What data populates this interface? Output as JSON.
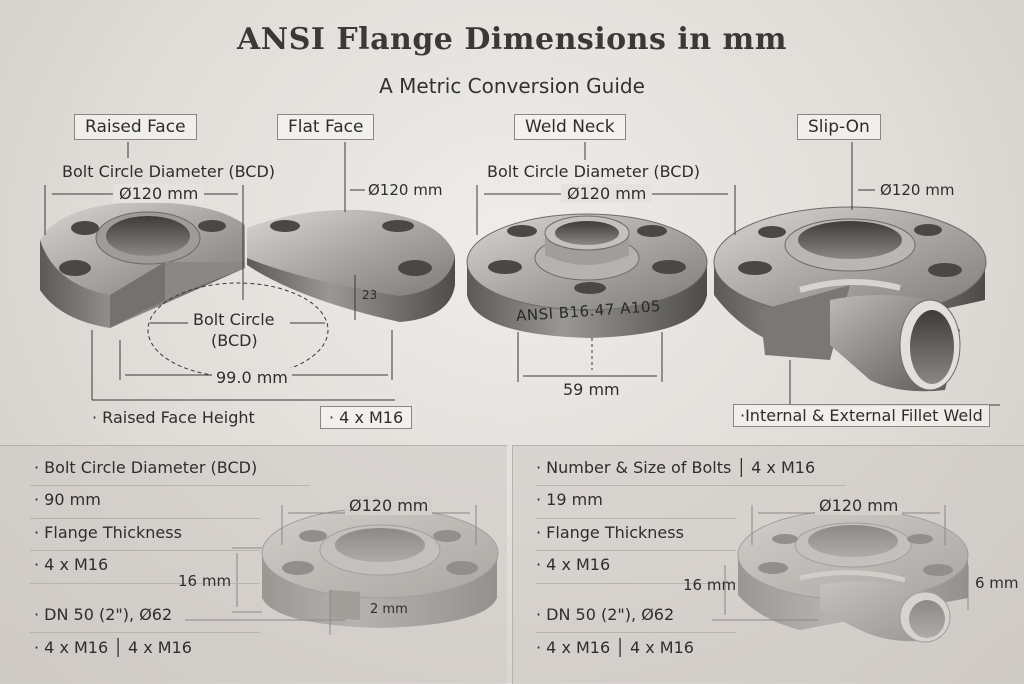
{
  "header": {
    "title": "ANSI Flange Dimensions in mm",
    "subtitle": "A Metric Conversion Guide"
  },
  "flange_types": {
    "raised_face": "Raised Face",
    "flat_face": "Flat Face",
    "weld_neck": "Weld Neck",
    "slip_on": "Slip-On"
  },
  "top_annotations": {
    "bcd_label_left": "Bolt Circle Diameter (BCD)",
    "bcd_value_left": "Ø120 mm",
    "flat_face_diam": "Ø120 mm",
    "flat_face_thickness": "23",
    "bolt_circle_label_1": "Bolt Circle",
    "bolt_circle_label_2": "(BCD)",
    "bolt_circle_value": "99.0 mm",
    "raised_face_height": "· Raised Face Height",
    "bolts_left": "· 4 x M16",
    "bcd_label_weld": "Bolt Circle Diameter (BCD)",
    "bcd_value_weld": "Ø120 mm",
    "weld_stamp": "ANSI B16.47 A105",
    "weld_neck_hub": "59 mm",
    "slip_on_diam": "Ø120 mm",
    "fillet_weld": "·Internal & External Fillet Weld"
  },
  "panel_left": {
    "lines": [
      "· Bolt Circle Diameter (BCD)",
      "· 90 mm",
      "· Flange Thickness",
      "· 4 x M16",
      "· DN 50 (2\"), Ø62",
      "· 4 x M16 │ 4 x M16"
    ],
    "diam": "Ø120 mm",
    "thickness": "16 mm",
    "raised": "2 mm"
  },
  "panel_right": {
    "lines": [
      "· Number & Size of Bolts │ 4 x M16",
      "· 19 mm",
      "· Flange Thickness",
      "· 4 x M16",
      "· DN 50 (2\"), Ø62",
      "· 4 x M16 │ 4 x M16"
    ],
    "diam": "Ø120 mm",
    "thickness": "16 mm",
    "side": "6 mm"
  },
  "colors": {
    "steel_light": "#c9c7c3",
    "steel_mid": "#8e8c88",
    "steel_dark": "#55534f",
    "line": "#3a3936"
  }
}
